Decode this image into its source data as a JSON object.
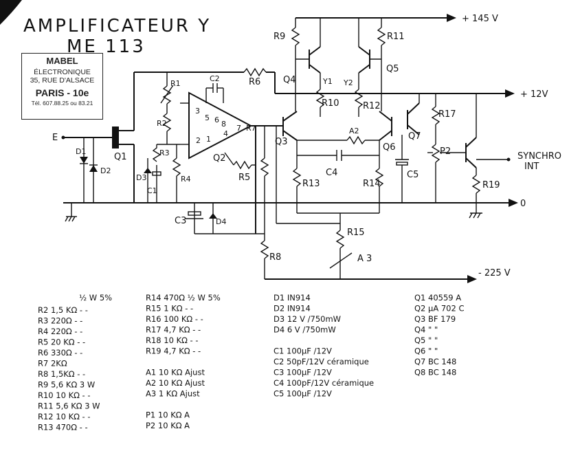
{
  "title": {
    "line1": "AMPLIFICATEUR Y",
    "line2": "ME 113"
  },
  "stamp": {
    "name": "MABEL",
    "line1": "ÉLECTRONIQUE",
    "line2": "35, RUE D'ALSACE",
    "city": "PARIS - 10e",
    "tel": "Tél. 607.88.25 ou 83.21"
  },
  "rails": {
    "plus145": "+ 145 V",
    "plus12": "+ 12V",
    "zero": "0",
    "minus225": "- 225 V"
  },
  "io": {
    "input": "E",
    "synchro": "SYNCHRO",
    "synchro2": "INT",
    "a3": "A 3"
  },
  "labels": {
    "R1": "R1",
    "R2": "R2",
    "R3": "R3",
    "R4": "R4",
    "R5": "R5",
    "R6": "R6",
    "R7": "R7",
    "R8": "R8",
    "R9": "R9",
    "R10": "R10",
    "R11": "R11",
    "R12": "R12",
    "R13": "R13",
    "R14": "R14",
    "R15": "R15",
    "R17": "R17",
    "R19": "R19",
    "C1": "C1",
    "C2": "C2",
    "C3": "C3",
    "C4": "C4",
    "C5": "C5",
    "D1": "D1",
    "D2": "D2",
    "D3": "D3",
    "D4": "D4",
    "Q1": "Q1",
    "Q2": "Q2",
    "Q3": "Q3",
    "Q4": "Q4",
    "Q5": "Q5",
    "Q6": "Q6",
    "Q7": "Q7",
    "A2": "A2",
    "P2": "P2",
    "Y1": "Y1",
    "Y2": "Y2"
  },
  "parts": {
    "resistors_header": "½ W 5%",
    "resistors": [
      "R2  1,5 KΩ  -  -",
      "R3  220Ω  -  -",
      "R4  220Ω  -  -",
      "R5  20 KΩ  -  -",
      "R6  330Ω  -  -",
      "R7  2KΩ",
      "R8  1,5KΩ  -  -",
      "R9  5,6 KΩ  3 W",
      "R10  10 KΩ  -  -",
      "R11  5,6 KΩ  3 W",
      "R12  10 KΩ  -  -",
      "R13  470Ω  -  -"
    ],
    "col2": [
      "R14  470Ω  ½ W 5%",
      "R15  1 KΩ  -  -",
      "R16  100 KΩ  -  -",
      "R17  4,7 KΩ  -  -",
      "R18  10 KΩ  -  -",
      "R19  4,7 KΩ  -  -",
      "",
      "A1  10 KΩ  Ajust",
      "A2  10 KΩ  Ajust",
      "A3  1 KΩ  Ajust",
      "",
      "P1  10 KΩ  A",
      "P2  10 KΩ  A"
    ],
    "col3": [
      "D1  IN914",
      "D2  IN914",
      "D3  12 V /750mW",
      "D4  6 V /750mW",
      "",
      "C1  100µF /12V",
      "C2  50pF/12V céramique",
      "C3  100µF /12V",
      "C4  100pF/12V céramique",
      "C5  100µF /12V"
    ],
    "col4": [
      "Q1  40559 A",
      "Q2  µA 702 C",
      "Q3  BF 179",
      "Q4  \"  \"",
      "Q5  \"  \"",
      "Q6  \"  \"",
      "Q7  BC 148",
      "Q8  BC 148"
    ]
  }
}
